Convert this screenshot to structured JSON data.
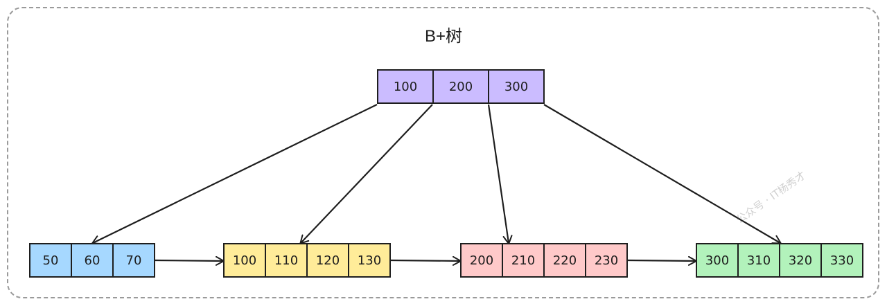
{
  "title": "B+树",
  "colors": {
    "root": "#cbbcff",
    "leaf_1": "#a6d8ff",
    "leaf_2": "#ffec99",
    "leaf_3": "#ffc9c9",
    "leaf_4": "#b2f2bb",
    "stroke": "#1e1e1e",
    "frame": "#9a9a9a"
  },
  "root": {
    "keys": [
      "100",
      "200",
      "300"
    ]
  },
  "leaves": [
    {
      "keys": [
        "50",
        "60",
        "70"
      ]
    },
    {
      "keys": [
        "100",
        "110",
        "120",
        "130"
      ]
    },
    {
      "keys": [
        "200",
        "210",
        "220",
        "230"
      ]
    },
    {
      "keys": [
        "300",
        "310",
        "320",
        "330"
      ]
    }
  ],
  "watermark": "公众号 · IT杨秀才"
}
